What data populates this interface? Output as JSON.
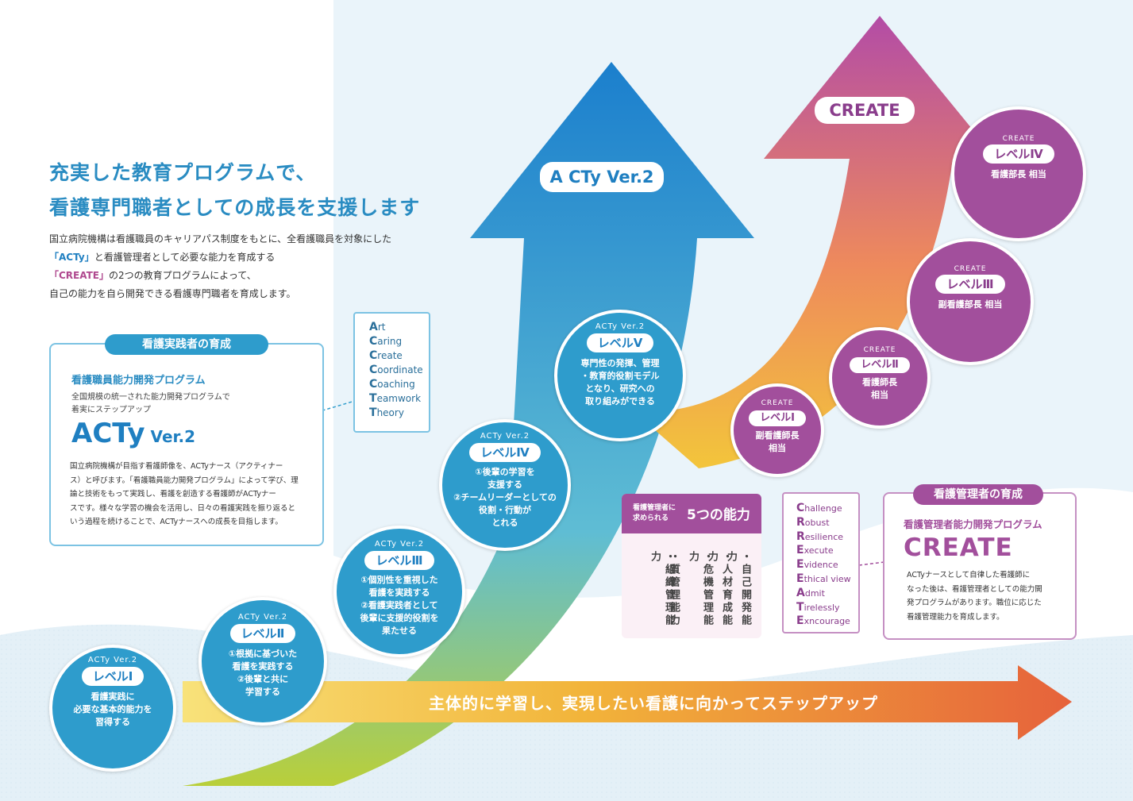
{
  "headline": {
    "line1": "充実した教育プログラムで、",
    "line2": "看護専門職者としての成長を支援します"
  },
  "intro": {
    "line1": "国立病院機構は看護職員のキャリアパス制度をもとに、全看護職員を対象にした",
    "line2_hl": "「ACTy」",
    "line2_rest": "と看護管理者として必要な能力を育成する",
    "line3_hl": "「CREATE」",
    "line3_rest": "の2つの教育プログラムによって、",
    "line4": "自己の能力を自ら開発できる看護専門職者を育成します。"
  },
  "practitioner": {
    "tag": "看護実践者の育成",
    "program_name": "看護職員能力開発プログラム",
    "sub1": "全国規模の統一された能力開発プログラムで",
    "sub2": "着実にステップアップ",
    "logo_main": "ACTy",
    "logo_ver": " Ver.2",
    "desc": [
      "国立病院機構が目指す看護師像を、ACTyナース（アクティナー",
      "ス）と呼びます。「看護職員能力開発プログラム」によって学び、理",
      "論と技術をもって実践し、看護を創造する看護師がACTyナー",
      "スです。様々な学習の機会を活用し、日々の看護実践を振り返ると",
      "いう過程を続けることで、ACTyナースへの成長を目指します。"
    ]
  },
  "acty_acronym": [
    {
      "initial": "A",
      "rest": "rt"
    },
    {
      "initial": "C",
      "rest": "aring"
    },
    {
      "initial": "C",
      "rest": "reate"
    },
    {
      "initial": "C",
      "rest": "oordinate"
    },
    {
      "initial": "C",
      "rest": "oaching"
    },
    {
      "initial": "T",
      "rest": "eamwork"
    },
    {
      "initial": "T",
      "rest": "heory"
    }
  ],
  "acty_arrow_label": "A CTy Ver.2",
  "create_arrow_label": "CREATE",
  "acty_levels": [
    {
      "tag": "ACTy Ver.2",
      "level": "レベルⅠ",
      "desc": [
        "看護実践に",
        "必要な基本的能力を",
        "習得する"
      ]
    },
    {
      "tag": "ACTy Ver.2",
      "level": "レベルⅡ",
      "desc": [
        "①根拠に基づいた",
        "看護を実践する",
        "②後輩と共に",
        "学習する"
      ]
    },
    {
      "tag": "ACTy Ver.2",
      "level": "レベルⅢ",
      "desc": [
        "①個別性を重視した",
        "看護を実践する",
        "②看護実践者として",
        "後輩に支援的役割を",
        "果たせる"
      ]
    },
    {
      "tag": "ACTy Ver.2",
      "level": "レベルⅣ",
      "desc": [
        "①後輩の学習を",
        "支援する",
        "②チームリーダーとしての",
        "役割・行動が",
        "とれる"
      ]
    },
    {
      "tag": "ACTy Ver.2",
      "level": "レベルⅤ",
      "desc": [
        "専門性の発揮、管理",
        "・教育的役割モデル",
        "となり、研究への",
        "取り組みができる"
      ]
    }
  ],
  "create_levels": [
    {
      "tag": "CREATE",
      "level": "レベルⅠ",
      "desc": [
        "副看護師長",
        "相当"
      ]
    },
    {
      "tag": "CREATE",
      "level": "レベルⅡ",
      "desc": [
        "看護師長",
        "相当"
      ]
    },
    {
      "tag": "CREATE",
      "level": "レベルⅢ",
      "desc": [
        "副看護部長 相当"
      ]
    },
    {
      "tag": "CREATE",
      "level": "レベルⅣ",
      "desc": [
        "看護部長 相当"
      ]
    }
  ],
  "five_abilities": {
    "small": [
      "看護管理者に",
      "求められる"
    ],
    "big": "5つの能力",
    "items": [
      "・自己開発能力",
      "・人材育成能力",
      "・危機管理能力",
      "・質管理能力",
      "・組織管理能力"
    ]
  },
  "create_acronym": [
    {
      "initial": "C",
      "rest": "hallenge"
    },
    {
      "initial": "R",
      "rest": "obust"
    },
    {
      "initial": "R",
      "rest": "esilience"
    },
    {
      "initial": "E",
      "rest": "xecute"
    },
    {
      "initial": "E",
      "rest": "vidence"
    },
    {
      "initial": "E",
      "rest": "thical view"
    },
    {
      "initial": "A",
      "rest": "dmit"
    },
    {
      "initial": "T",
      "rest": "irelessly"
    },
    {
      "initial": "E",
      "rest": "xncourage"
    }
  ],
  "manager": {
    "tag": "看護管理者の育成",
    "program_name": "看護管理者能力開発プログラム",
    "logo": "CREATE",
    "desc": [
      "ACTyナースとして自律した看護師に",
      "なった後は、看護管理者としての能力開",
      "発プログラムがあります。職位に応じた",
      "看護管理能力を育成します。"
    ]
  },
  "bottom_arrow_text": "主体的に学習し、実現したい看護に向かってステップアップ",
  "colors": {
    "blue": "#2e9ccc",
    "purple": "#a24f9c",
    "orange": "#e8653a",
    "yellow": "#f3c53b"
  }
}
